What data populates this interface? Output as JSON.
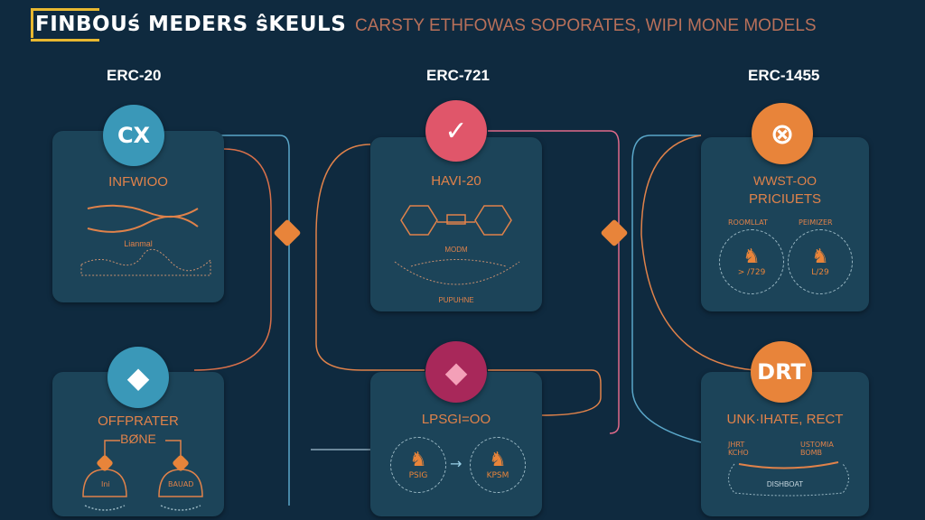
{
  "header": {
    "title": "FINBOUś MEDERS ŝKEULS",
    "subtitle": "CARSTY ETHFOWAS SOPORATES, WIPI MONE MODELS"
  },
  "columns": [
    {
      "label": "ERC-20"
    },
    {
      "label": "ERC-721"
    },
    {
      "label": "ERC-1455"
    }
  ],
  "cards": [
    {
      "icon": "CX",
      "title": "INFWIOO",
      "caption": "Lianmal"
    },
    {
      "icon": "check-icon",
      "title": "HAVI-20",
      "caption": "MODM",
      "footer": "PUPUHNE"
    },
    {
      "icon": "wheel-icon",
      "title": "WWST-OO",
      "subtitle": "PRICIUETS",
      "left_label": "ROOMLLAT",
      "right_label": "PEIMIZER",
      "left_value": "> /729",
      "right_value": "L/29"
    },
    {
      "icon": "ethereum-icon",
      "title": "OFFPRATER",
      "subtitle": "BØNE",
      "left_label": "Ini",
      "right_label": "BAUAD"
    },
    {
      "icon": "ethereum-icon",
      "title": "LPSGI=OO",
      "left_value": "PSIG",
      "right_value": "KPSM"
    },
    {
      "icon": "DRT",
      "title": "UNK·IHATE, RECT",
      "left_label": "JHRT KCHO",
      "right_label": "USTOMIA BOMB",
      "caption": "DISHBOAT"
    }
  ],
  "colors": {
    "background": "#0f2a3f",
    "card": "#1c4459",
    "accent": "#e8843a",
    "blue": "#3a98b8",
    "pink": "#e0566a",
    "magenta": "#a8285a"
  }
}
